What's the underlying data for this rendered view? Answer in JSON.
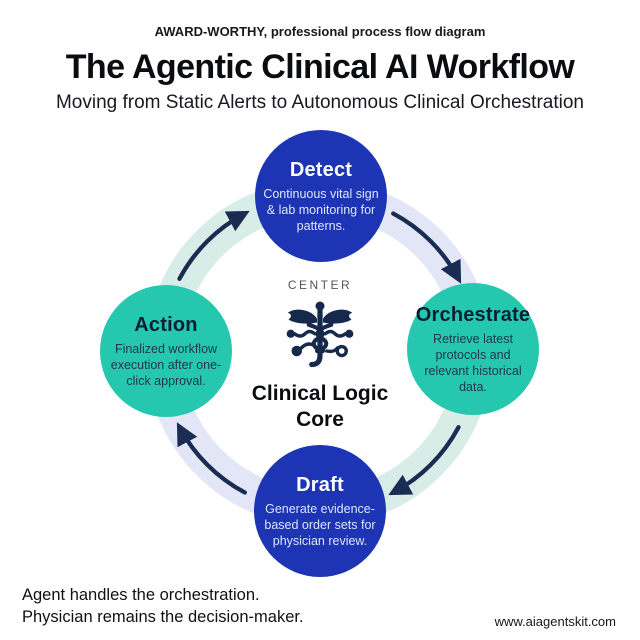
{
  "page": {
    "eyebrow": "AWARD-WORTHY, professional process flow diagram",
    "title": "The Agentic Clinical AI Workflow",
    "subtitle": "Moving from Static Alerts to Autonomous Clinical Orchestration"
  },
  "diagram": {
    "flow_direction": "clockwise",
    "center": {
      "label": "CENTER",
      "icon": "caduceus-icon",
      "icon_color": "#16294d",
      "title_line1": "Clinical Logic",
      "title_line2": "Core"
    },
    "nodes": [
      {
        "id": "detect",
        "position": "top",
        "label": "Detect",
        "description": "Continuous vital sign & lab monitoring for patterns.",
        "color": "#1d35b4",
        "heading_color": "#ffffff",
        "body_color": "#dde5fa"
      },
      {
        "id": "orchestrate",
        "position": "right",
        "label": "Orchestrate",
        "description": "Retrieve latest protocols and relevant historical data.",
        "color": "#25c8ae",
        "heading_color": "#0c1e31",
        "body_color": "#21384e"
      },
      {
        "id": "draft",
        "position": "bottom",
        "label": "Draft",
        "description": "Generate evidence-based order sets for physician review.",
        "color": "#1d35b4",
        "heading_color": "#ffffff",
        "body_color": "#dde5fa"
      },
      {
        "id": "action",
        "position": "left",
        "label": "Action",
        "description": "Finalized workflow execution after one-click approval.",
        "color": "#25c8ae",
        "heading_color": "#0c1e31",
        "body_color": "#21384e"
      }
    ],
    "ring_colors": {
      "mint": "#d9ede8",
      "lavender": "#e2e6f6",
      "arrow": "#1b2c52"
    }
  },
  "footer": {
    "line1": "Agent handles the orchestration.",
    "line2": "Physician remains the decision-maker.",
    "website": "www.aiagentskit.com"
  }
}
